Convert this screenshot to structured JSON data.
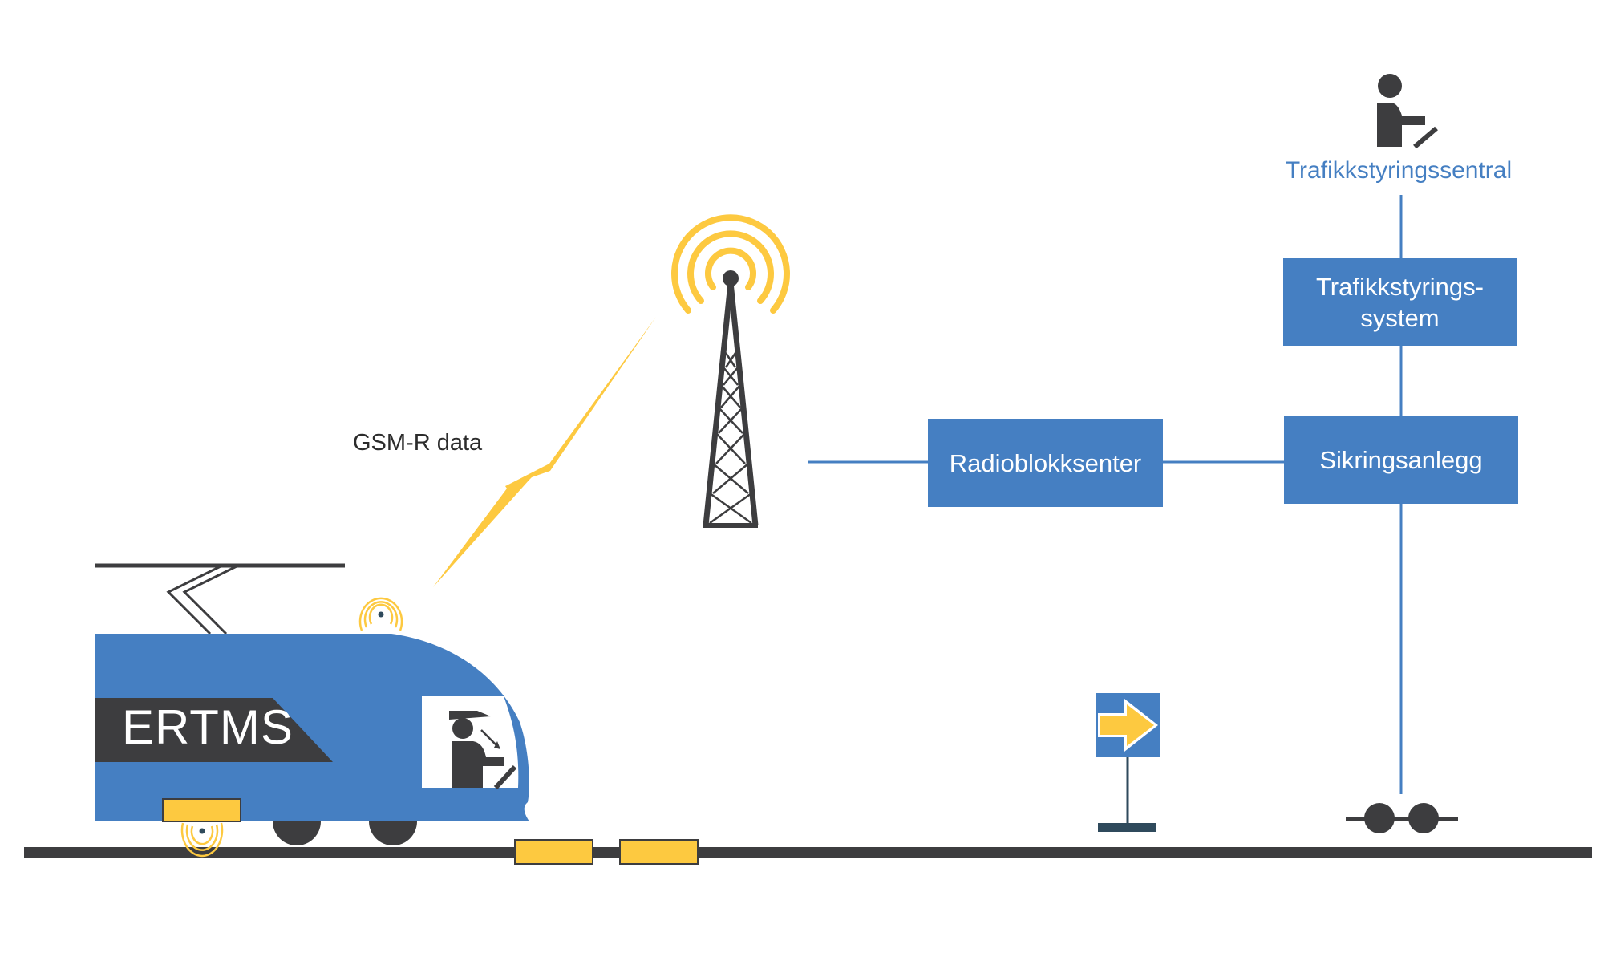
{
  "diagram": {
    "title": "ERTMS",
    "train_label": "ERTMS",
    "radio_link_label": "GSM-R data",
    "nodes": {
      "traffic_control_center": "Trafikkstyringssentral",
      "traffic_management_system_line1": "Trafikkstyrings-",
      "traffic_management_system_line2": "system",
      "interlocking": "Sikringsanlegg",
      "radio_block_centre": "Radioblokksenter"
    },
    "connections": [
      {
        "from": "GSM-R tower",
        "to": "Radioblokksenter"
      },
      {
        "from": "Radioblokksenter",
        "to": "Sikringsanlegg"
      },
      {
        "from": "Sikringsanlegg",
        "to": "Trafikkstyrings-system"
      },
      {
        "from": "Trafikkstyrings-system",
        "to": "Trafikkstyringssentral"
      },
      {
        "from": "Sikringsanlegg",
        "to": "axle counter"
      }
    ],
    "icons": [
      "train",
      "pantograph",
      "train-antenna",
      "balise-reader",
      "driver",
      "gsm-r-tower",
      "lightning-bolt",
      "balise",
      "balise",
      "marker-board-sign",
      "axle-counter",
      "dispatcher"
    ],
    "colors": {
      "blue": "#457fc2",
      "yellow": "#fdc940",
      "dark": "#3d3d3f",
      "sign_post": "#2f4a5c"
    }
  }
}
